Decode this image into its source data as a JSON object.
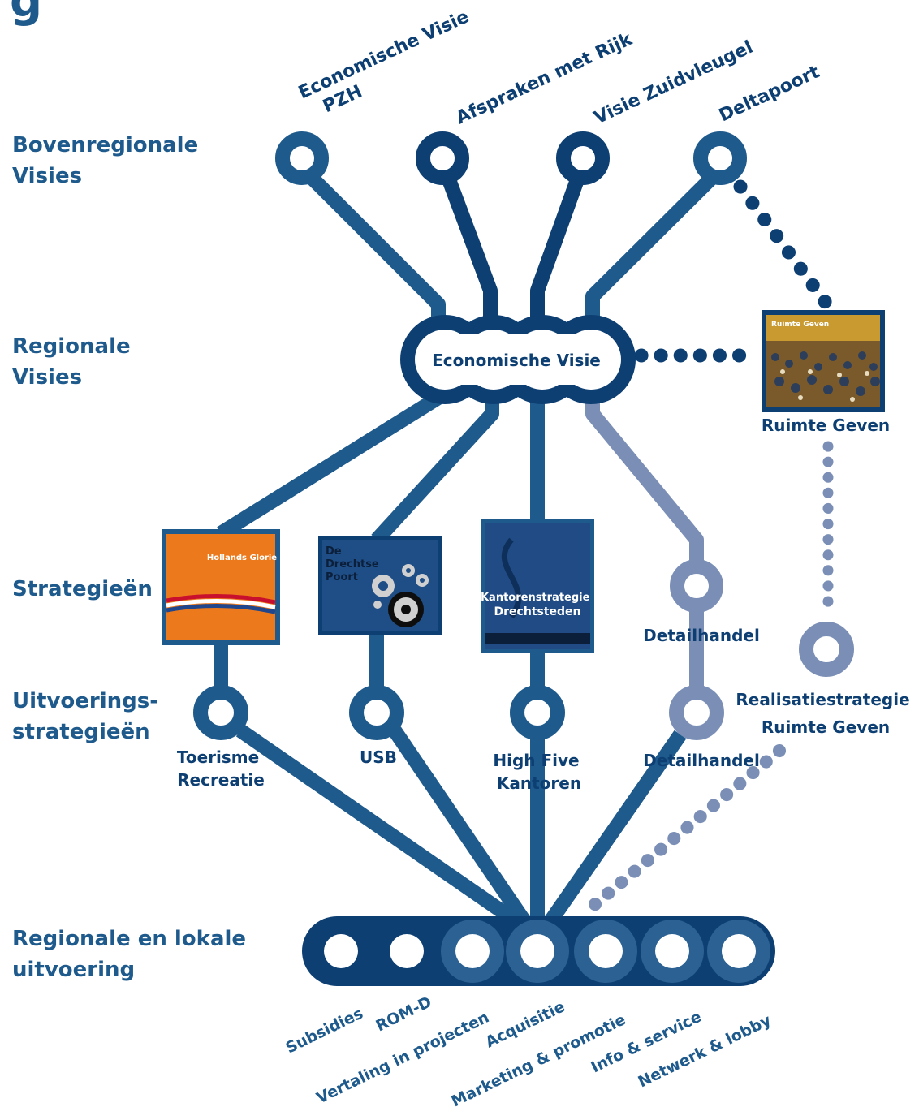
{
  "title_fragment": "g",
  "colors": {
    "dark": "#0d3f73",
    "mid": "#1e5a8c",
    "light": "#7b8fb6",
    "bar_section": "#2b6193"
  },
  "row_labels": {
    "bovenregionale": [
      "Bovenregionale",
      "Visies"
    ],
    "regionale": [
      "Regionale",
      "Visies"
    ],
    "strategieen": [
      "Strategieën"
    ],
    "uitvoerings": [
      "Uitvoerings-",
      "strategieën"
    ],
    "lokale": [
      "Regionale en lokale",
      "uitvoering"
    ]
  },
  "top_visions": [
    {
      "lines": [
        "Economische Visie",
        "PZH"
      ]
    },
    {
      "lines": [
        "Afspraken met Rijk"
      ]
    },
    {
      "lines": [
        "Visie Zuidvleugel"
      ]
    },
    {
      "lines": [
        "Deltapoort"
      ]
    }
  ],
  "hub_label": "Economische Visie",
  "ruimte_geven": {
    "label": "Ruimte Geven",
    "cover_title": "Ruimte Geven"
  },
  "strategies": {
    "hollands_glorie": {
      "title": "Hollands Glorie"
    },
    "drechtse_poort": {
      "lines": [
        "De",
        "Drechtse",
        "Poort"
      ]
    },
    "kantorenstrategie": {
      "lines": [
        "Kantorenstrategie",
        "Drechtsteden"
      ]
    },
    "detailhandel": "Detailhandel"
  },
  "implementation": [
    {
      "lines": [
        "Toerisme",
        "Recreatie"
      ]
    },
    {
      "lines": [
        "USB"
      ]
    },
    {
      "lines": [
        "High Five",
        "Kantoren"
      ]
    },
    {
      "lines": [
        "Detailhandel"
      ]
    },
    {
      "lines": [
        "Realisatiestrategie",
        "Ruimte Geven"
      ]
    }
  ],
  "bottom_items": [
    "Subsidies",
    "ROM-D",
    "Vertaling in projecten",
    "Acquisitie",
    "Marketing & promotie",
    "Info & service",
    "Netwerk & lobby"
  ]
}
